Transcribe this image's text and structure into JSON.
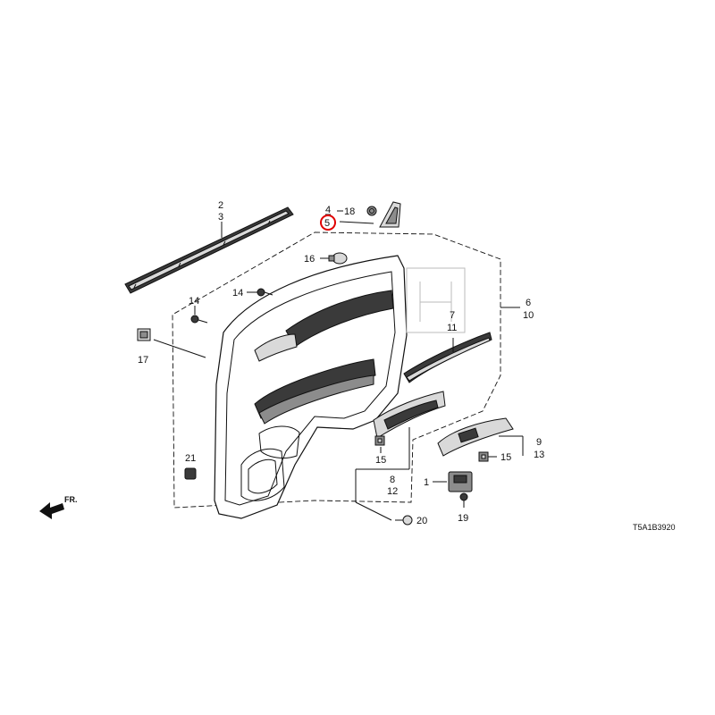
{
  "diagram": {
    "code": "T5A1B3920",
    "front_marker": "FR.",
    "highlight_color": "#e00000",
    "ink_color": "#111111",
    "callouts": {
      "p1": "1",
      "p2": "2",
      "p3": "3",
      "p4": "4",
      "p5": "5",
      "p6": "6",
      "p7": "7",
      "p8": "8",
      "p9": "9",
      "p10": "10",
      "p11": "11",
      "p12": "12",
      "p13": "13",
      "p14a": "14",
      "p14b": "14",
      "p15a": "15",
      "p15b": "15",
      "p16": "16",
      "p17": "17",
      "p18": "18",
      "p19": "19",
      "p20": "20",
      "p21": "21"
    },
    "highlighted_callout": "5"
  }
}
